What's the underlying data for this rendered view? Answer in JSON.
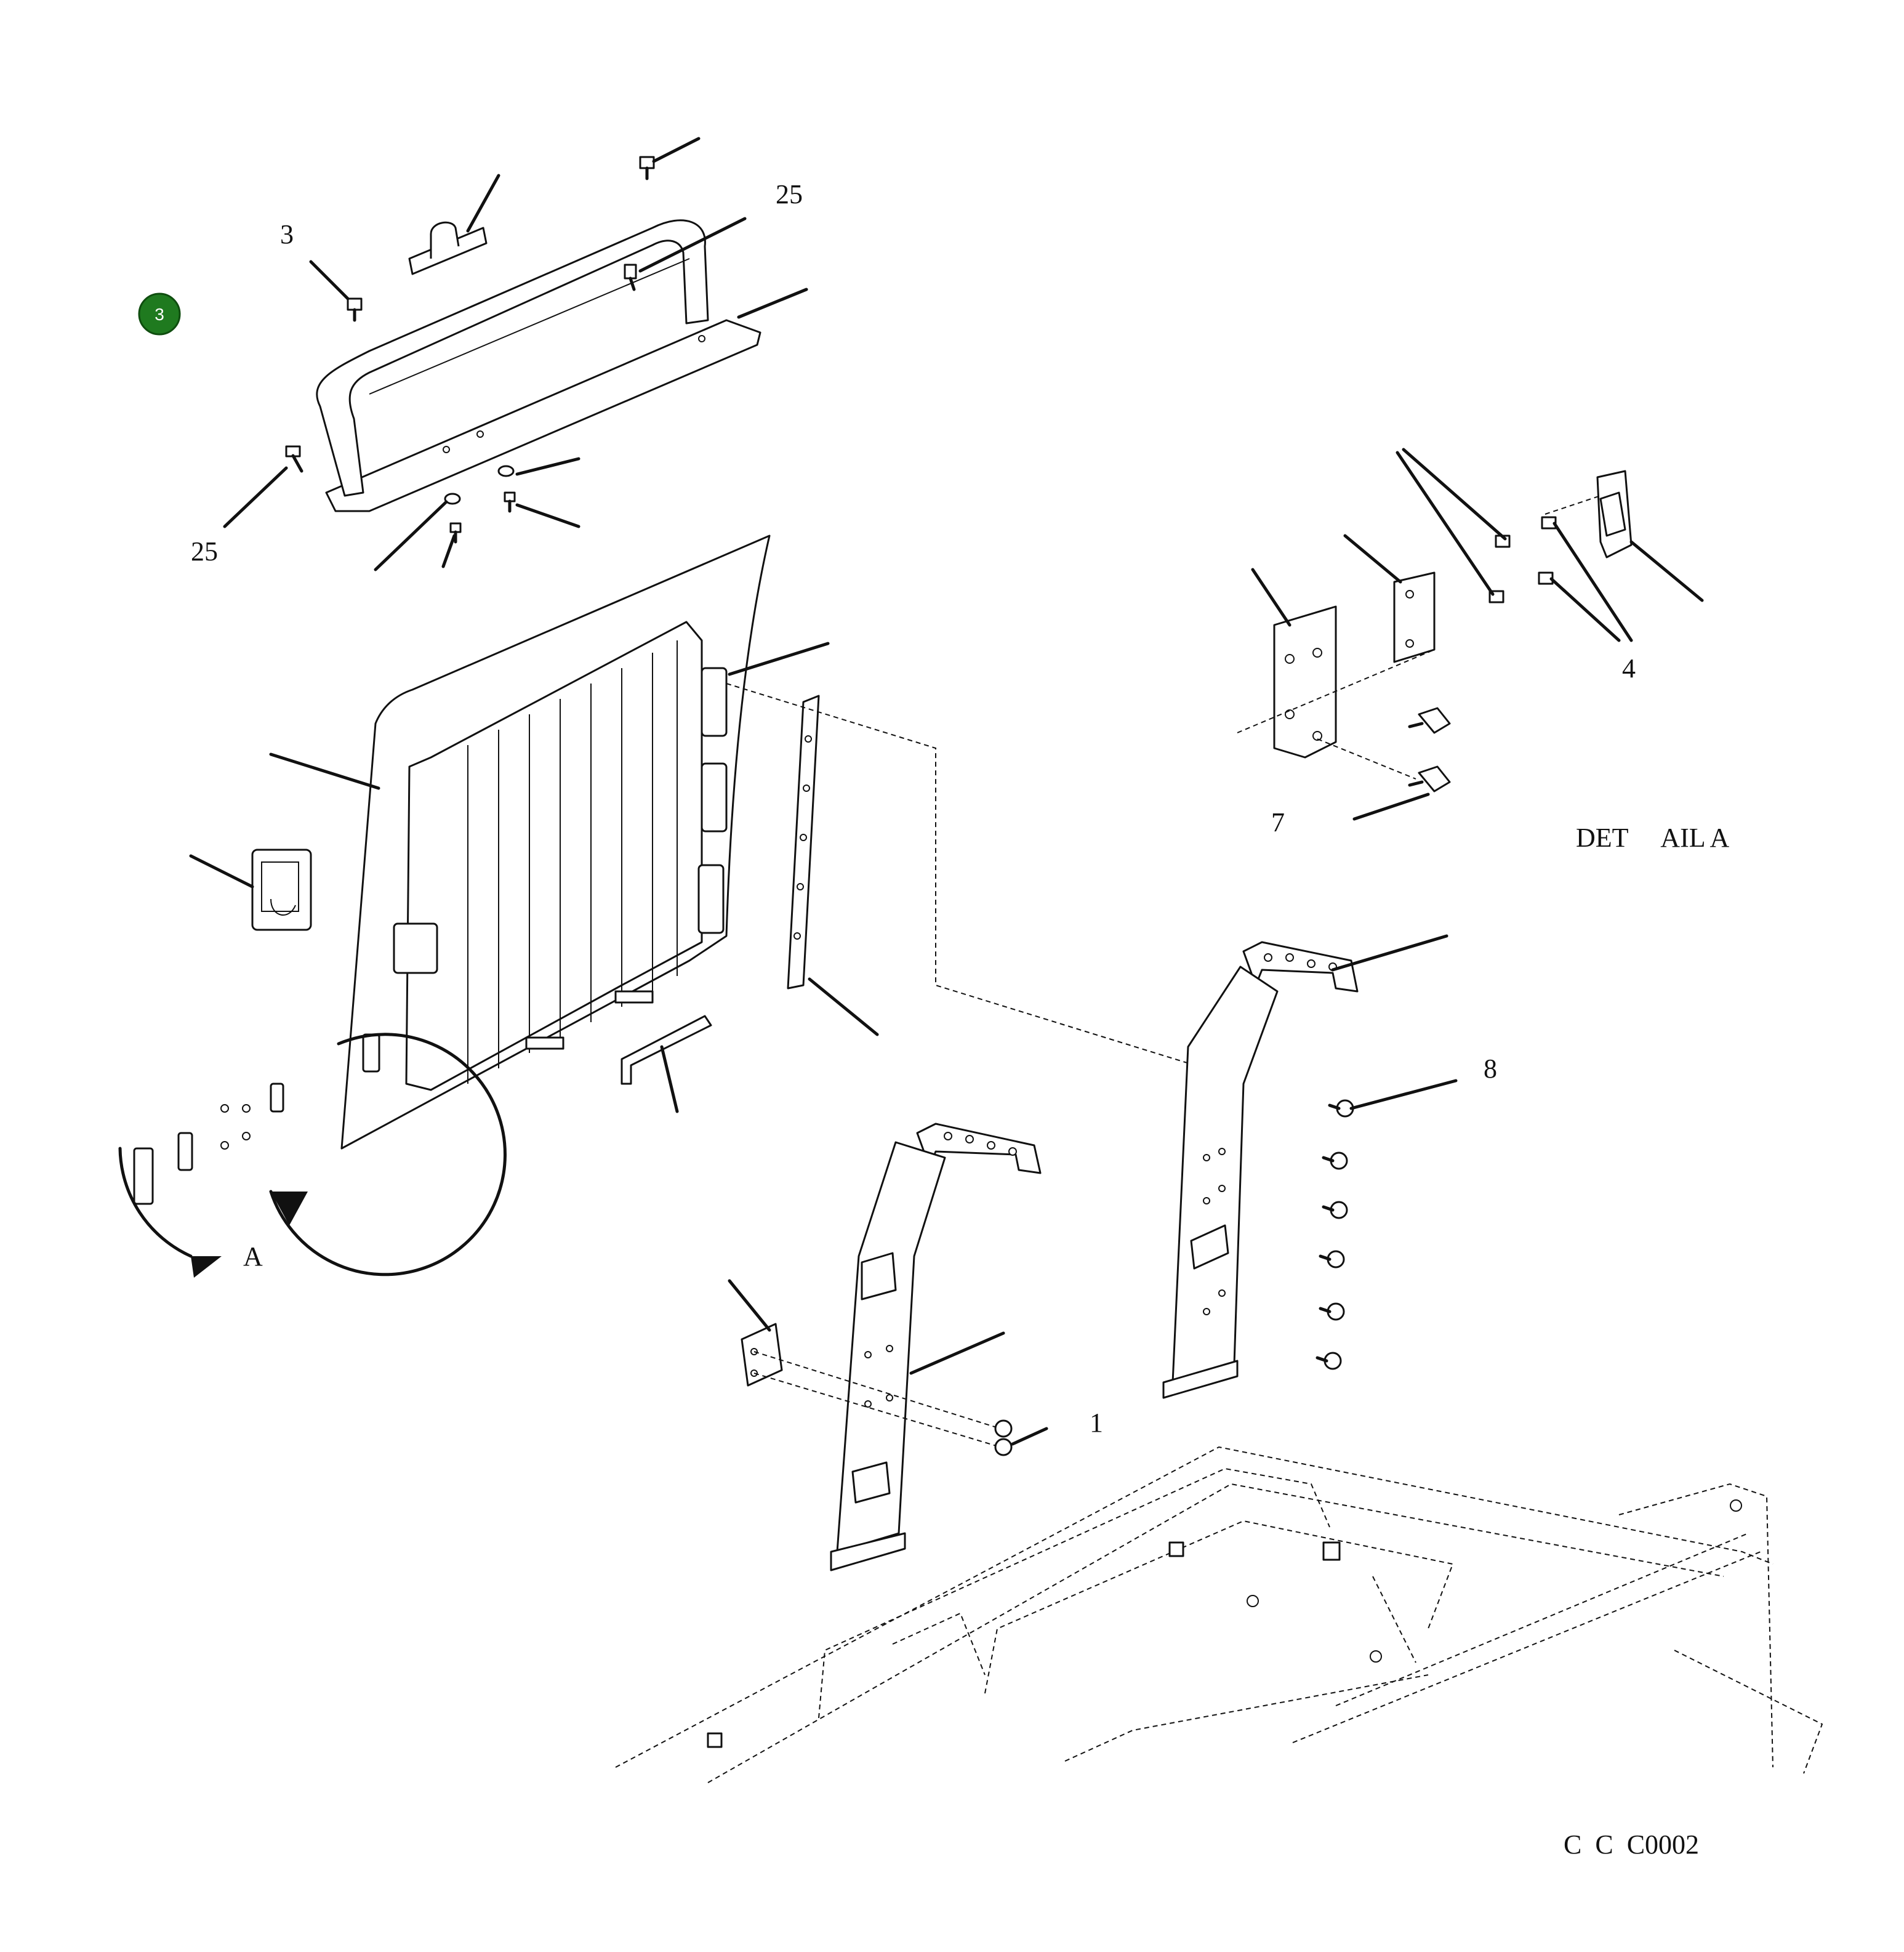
{
  "callout": {
    "number": "3",
    "color": "#1f7a1f"
  },
  "labels": {
    "ref_3": "3",
    "ref_25_top": "25",
    "ref_25_left": "25",
    "ref_4": "4",
    "ref_7": "7",
    "ref_8": "8",
    "ref_1": "1",
    "detail_view": "A",
    "detail_title": "DET     AIL A",
    "drawing_code": "C  C  C0002"
  }
}
